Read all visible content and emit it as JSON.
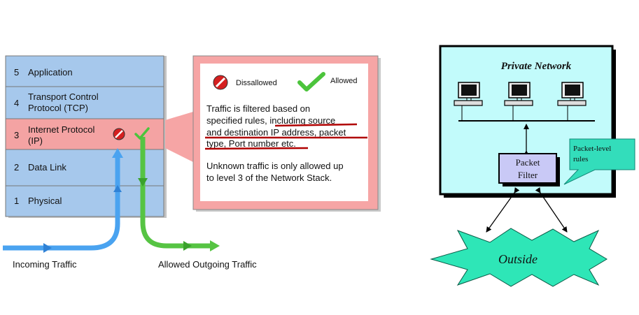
{
  "left_diagram": {
    "layers": [
      {
        "number": "5",
        "lines": [
          "Application"
        ]
      },
      {
        "number": "4",
        "lines": [
          "Transport Control",
          "Protocol (TCP)"
        ]
      },
      {
        "number": "3",
        "lines": [
          "Internet Protocol",
          "(IP)"
        ]
      },
      {
        "number": "2",
        "lines": [
          "Data Link"
        ]
      },
      {
        "number": "1",
        "lines": [
          "Physical"
        ]
      }
    ],
    "legend": {
      "disallowed": "Dissallowed",
      "allowed": "Allowed"
    },
    "callout": {
      "para1": [
        {
          "plain": "Traffic is filtered based on",
          "underlined": ""
        },
        {
          "plain": "specified rules, ",
          "underlined": "including source"
        },
        {
          "plain": "",
          "underlined": "and destination IP address, packet"
        },
        {
          "plain": "",
          "underlined": "type, Port number etc."
        }
      ],
      "para2": [
        "Unknown traffic is only allowed up",
        "to level 3 of the Network Stack."
      ]
    },
    "incoming_label": "Incoming Traffic",
    "outgoing_label": "Allowed Outgoing Traffic",
    "colors": {
      "layer_fill": "#a6c8ec",
      "ip_layer_fill": "#f4a3a3",
      "callout_fill": "#f6a5a5",
      "incoming_arrow": "#4aa3f0",
      "outgoing_arrow": "#56c443",
      "underline": "#b00000"
    }
  },
  "right_diagram": {
    "network_title": "Private Network",
    "filter_lines": [
      "Packet",
      "Filter"
    ],
    "note_lines": [
      "Packet-level",
      "rules"
    ],
    "outside_label": "Outside",
    "colors": {
      "network_fill": "#c2fbfb",
      "filter_fill": "#c9c9f6",
      "note_fill": "#33ddbb",
      "outside_fill": "#2ee6b7"
    }
  }
}
